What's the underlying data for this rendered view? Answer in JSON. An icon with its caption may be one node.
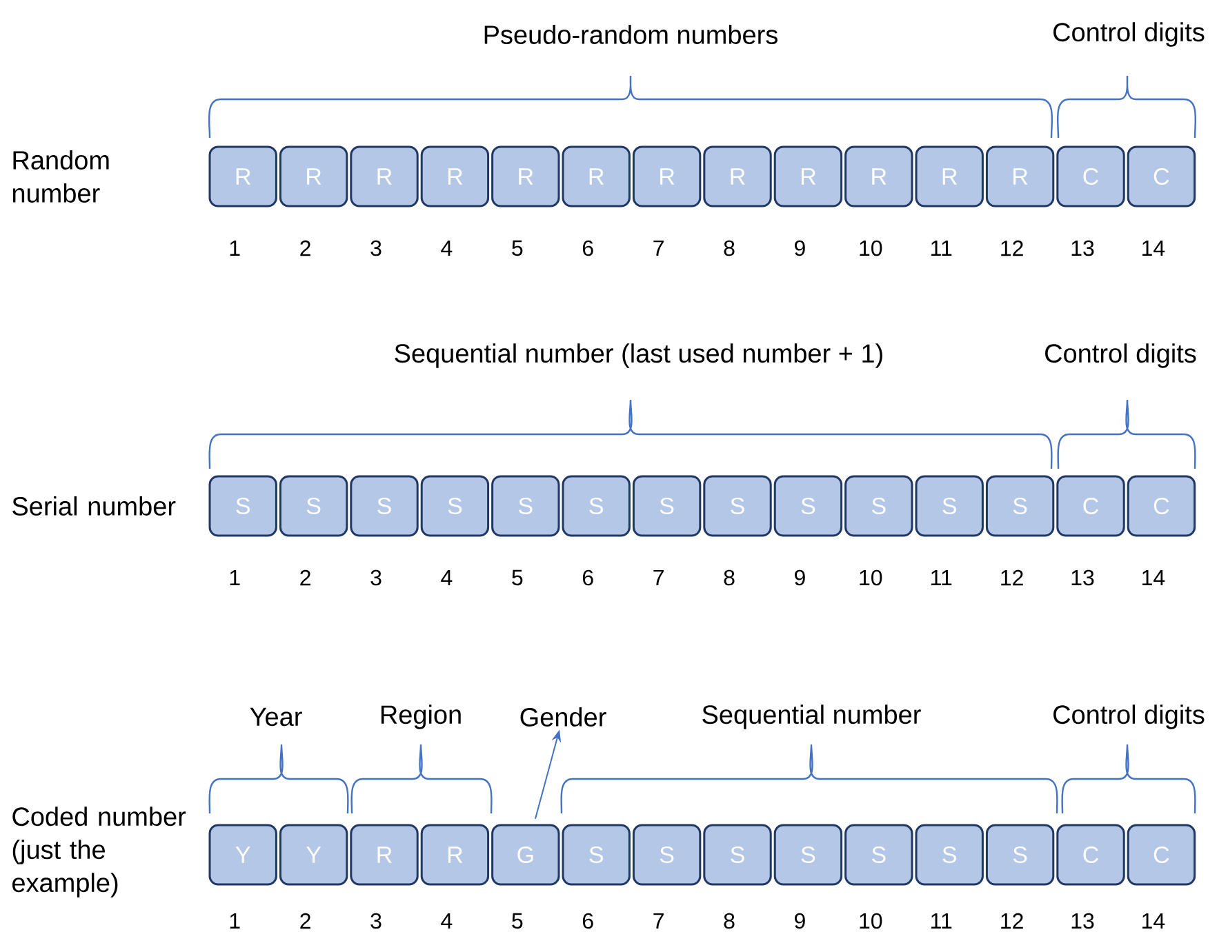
{
  "diagram": {
    "nodes": [
      {
        "text": [
          "R"
        ]
      },
      {
        "text": [
          "R"
        ]
      },
      {
        "text": [
          "R"
        ]
      },
      {
        "text": [
          "R"
        ]
      },
      {
        "text": [
          "R"
        ]
      },
      {
        "text": [
          "R"
        ]
      },
      {
        "text": [
          "R"
        ]
      },
      {
        "text": [
          "R"
        ]
      },
      {
        "text": [
          "R"
        ]
      },
      {
        "text": [
          "R"
        ]
      },
      {
        "text": [
          "R"
        ]
      },
      {
        "text": [
          "R"
        ]
      },
      {
        "text": [
          "C"
        ]
      },
      {
        "text": [
          "C"
        ]
      },
      {
        "text": [
          "S"
        ]
      },
      {
        "text": [
          "S"
        ]
      },
      {
        "text": [
          "S"
        ]
      },
      {
        "text": [
          "S"
        ]
      },
      {
        "text": [
          "S"
        ]
      },
      {
        "text": [
          "S"
        ]
      },
      {
        "text": [
          "S"
        ]
      },
      {
        "text": [
          "S"
        ]
      },
      {
        "text": [
          "S"
        ]
      },
      {
        "text": [
          "S"
        ]
      },
      {
        "text": [
          "S"
        ]
      },
      {
        "text": [
          "S"
        ]
      },
      {
        "text": [
          "C"
        ]
      },
      {
        "text": [
          "C"
        ]
      },
      {
        "text": [
          "Gender"
        ]
      },
      {
        "text": [
          "Y"
        ]
      },
      {
        "text": [
          "Y"
        ]
      },
      {
        "text": [
          "R"
        ]
      },
      {
        "text": [
          "R"
        ]
      },
      {
        "text": [
          "G"
        ]
      },
      {
        "text": [
          "S"
        ]
      },
      {
        "text": [
          "S"
        ]
      },
      {
        "text": [
          "S"
        ]
      },
      {
        "text": [
          "S"
        ]
      },
      {
        "text": [
          "S"
        ]
      },
      {
        "text": [
          "S"
        ]
      },
      {
        "text": [
          "S"
        ]
      },
      {
        "text": [
          "C"
        ]
      },
      {
        "text": [
          "C"
        ]
      }
    ],
    "edges": [
      {
        "from": 33,
        "to": 28,
        "arrow": "to"
      }
    ],
    "labels": [
      "Pseudo-random numbers",
      "Control digits",
      "Random number",
      "1",
      "2",
      "3",
      "4",
      "5",
      "6",
      "7",
      "8",
      "9",
      "10",
      "11",
      "12",
      "13",
      "14",
      "Sequential number (last used number + 1)",
      "Control digits",
      "Serial number",
      "1",
      "2",
      "3",
      "4",
      "5",
      "6",
      "7",
      "8",
      "9",
      "10",
      "11",
      "12",
      "13",
      "14",
      "Year",
      "Region",
      "Sequential number",
      "Control digits",
      "Coded number (just the example)",
      "1",
      "2",
      "3",
      "4",
      "5",
      "6",
      "7",
      "8",
      "9",
      "10",
      "11",
      "12",
      "13",
      "14"
    ]
  }
}
